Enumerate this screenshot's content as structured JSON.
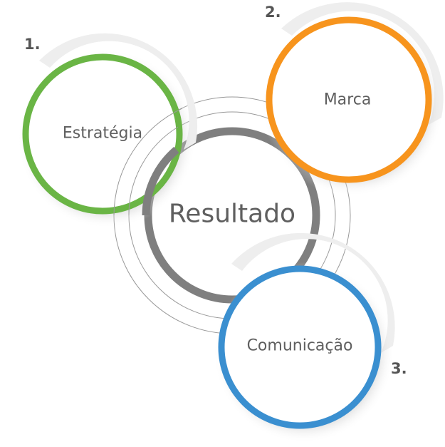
{
  "center": {
    "label": "Resultado"
  },
  "steps": [
    {
      "number": "1.",
      "label": "Estratégia",
      "color": "#6ab545"
    },
    {
      "number": "2.",
      "label": "Marca",
      "color": "#f7941d"
    },
    {
      "number": "3.",
      "label": "Comunicação",
      "color": "#3a8fd0"
    }
  ],
  "colors": {
    "center_ring": "#7f7f7f",
    "text": "#5f5f5f"
  }
}
